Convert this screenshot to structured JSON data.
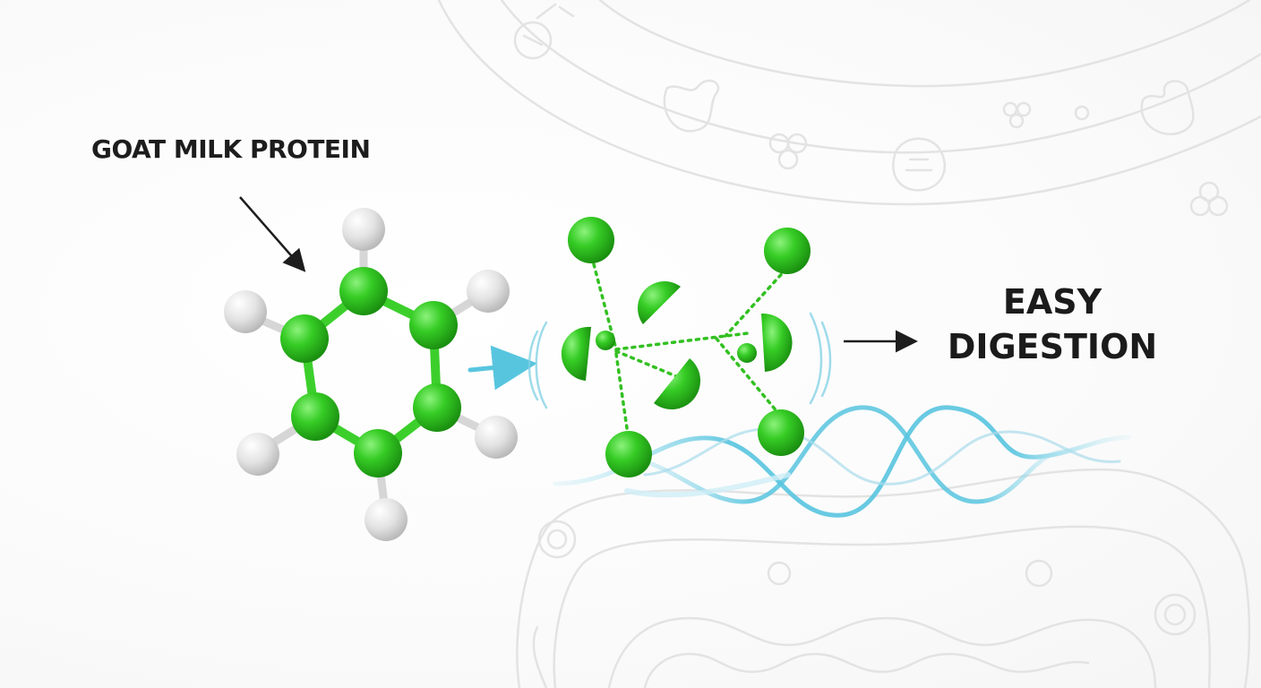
{
  "labels": {
    "protein": "GOAT MILK PROTEIN",
    "digestion_line1": "EASY",
    "digestion_line2": "DIGESTION"
  },
  "colors": {
    "carbon": "#2fc81f",
    "hydrogen": "#e4e4e4",
    "bond": "#3ccf2c",
    "flow": "#58c5df",
    "text": "#1d1d1d",
    "outline": "#dddddd"
  },
  "icons": {
    "intestine": "intestine-outline-icon",
    "stomach": "stomach-outline-icon",
    "microbes": "microbe-outline-icon"
  }
}
